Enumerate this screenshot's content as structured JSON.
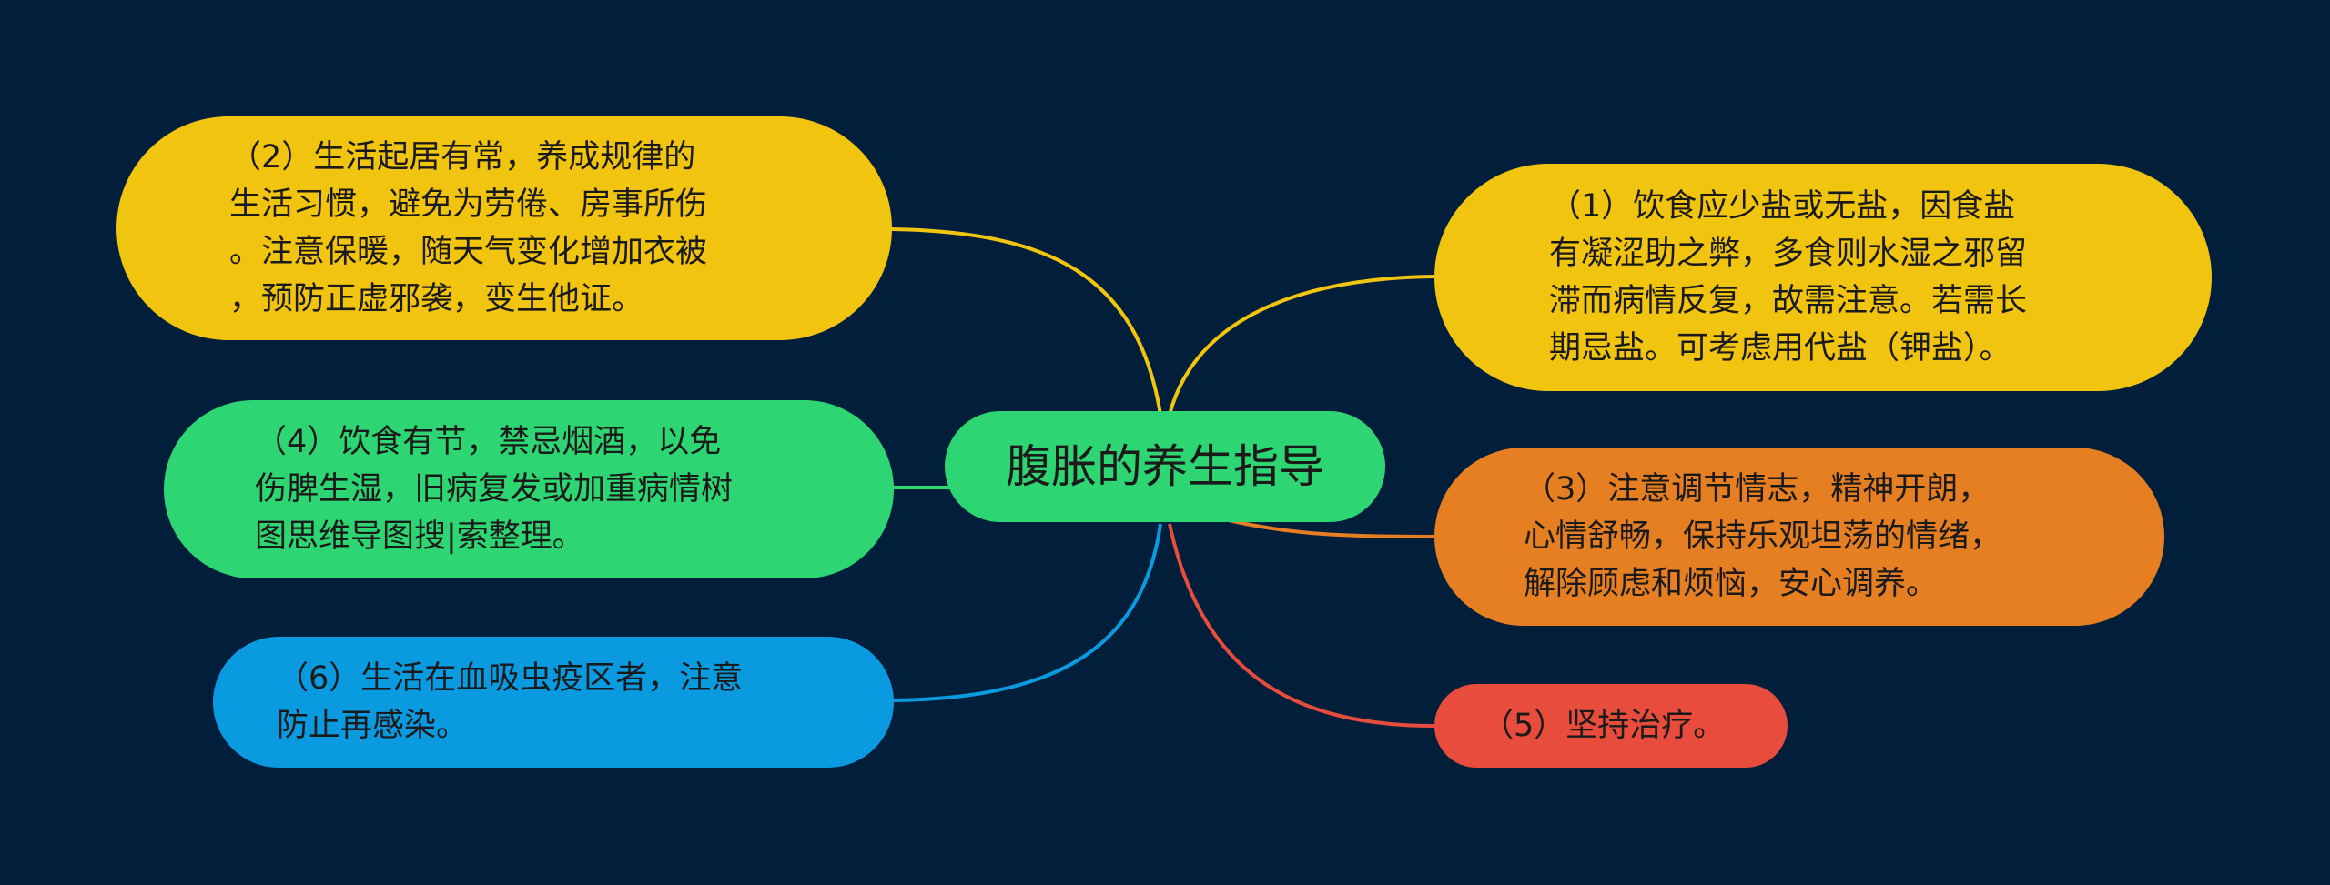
{
  "center": {
    "label": "腹胀的养生指导",
    "color": "#2ed573"
  },
  "branches": [
    {
      "id": "n2",
      "side": "left",
      "color": "#f1c40f",
      "lines": [
        "（2）生活起居有常，养成规律的",
        "生活习惯，避免为劳倦、房事所伤",
        "。注意保暖，随天气变化增加衣被",
        "，预防正虚邪袭，变生他证。"
      ]
    },
    {
      "id": "n4",
      "side": "left",
      "color": "#2ed573",
      "lines": [
        "（4）饮食有节，禁忌烟酒，以免",
        "伤脾生湿，旧病复发或加重病情树",
        "图思维导图搜|索整理。"
      ]
    },
    {
      "id": "n6",
      "side": "left",
      "color": "#0a9ae0",
      "lines": [
        "（6）生活在血吸虫疫区者，注意",
        "防止再感染。"
      ]
    },
    {
      "id": "n1",
      "side": "right",
      "color": "#f1c40f",
      "lines": [
        "（1）饮食应少盐或无盐，因食盐",
        "有凝涩助之弊，多食则水湿之邪留",
        "滞而病情反复，故需注意。若需长",
        "期忌盐。可考虑用代盐（钾盐）。"
      ]
    },
    {
      "id": "n3",
      "side": "right",
      "color": "#e67e22",
      "lines": [
        "（3）注意调节情志，精神开朗，",
        "心情舒畅，保持乐观坦荡的情绪，",
        "解除顾虑和烦恼，安心调养。"
      ]
    },
    {
      "id": "n5",
      "side": "right",
      "color": "#e74c3c",
      "lines": [
        "（5）坚持治疗。"
      ]
    }
  ]
}
